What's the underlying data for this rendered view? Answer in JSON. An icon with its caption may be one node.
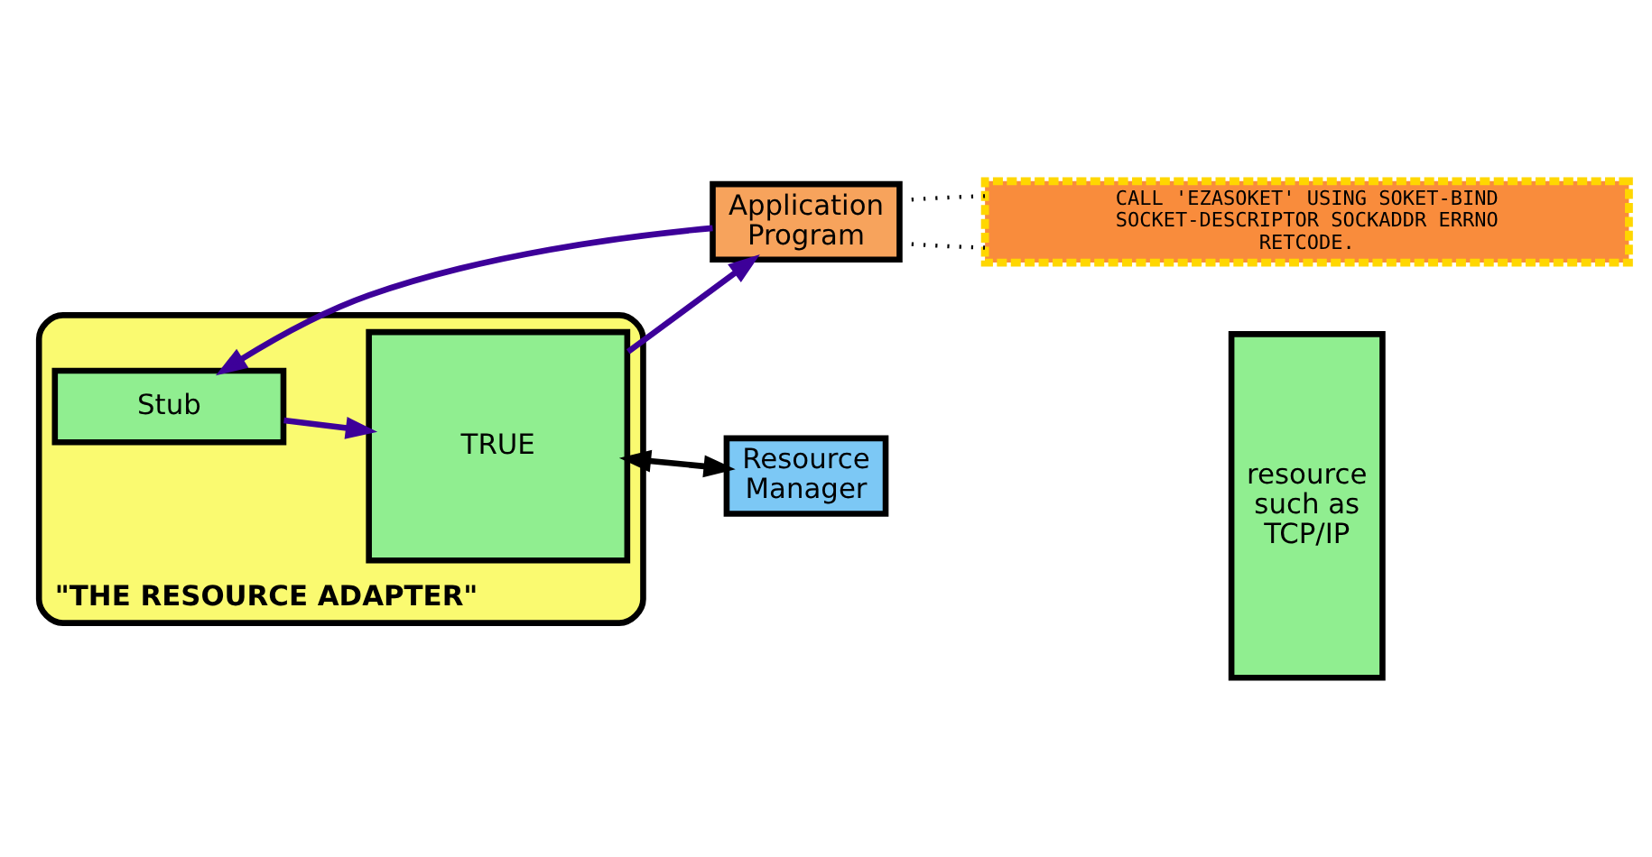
{
  "diagram": {
    "nodes": [
      {
        "text": [
          "Application Program"
        ]
      },
      {
        "text": [
          "CALL 'EZASOKET' USING SOKET-BIND SOCKET-DESCRIPTOR SOCKADDR ERRNO RETCODE."
        ]
      },
      {
        "text": [
          "\"THE RESOURCE ADAPTER\""
        ]
      },
      {
        "text": [
          "Stub"
        ],
        "in": 2
      },
      {
        "text": [
          "TRUE"
        ],
        "in": 2
      },
      {
        "text": [
          "Resource Manager"
        ]
      },
      {
        "text": [
          "resource such as TCP/IP"
        ]
      }
    ],
    "edges": [
      {
        "from": 0,
        "to": 1,
        "arrow": "none",
        "style": "dashed"
      },
      {
        "from": 0,
        "to": 1,
        "arrow": "none",
        "style": "dashed"
      },
      {
        "from": 0,
        "to": 3,
        "arrow": "to",
        "color": "#3d0099"
      },
      {
        "from": 3,
        "to": 4,
        "arrow": "to",
        "color": "#3d0099"
      },
      {
        "from": 4,
        "to": 0,
        "arrow": "to",
        "color": "#3d0099"
      },
      {
        "from": 4,
        "to": 5,
        "arrow": "both"
      }
    ]
  }
}
